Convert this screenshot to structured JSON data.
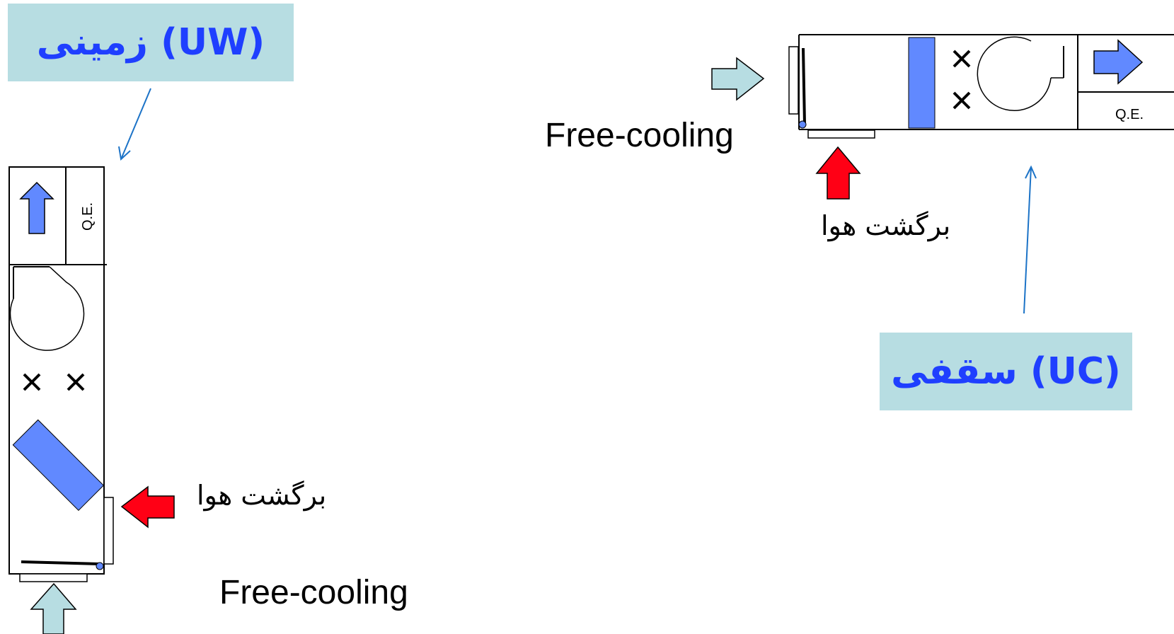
{
  "floor_unit": {
    "title": "زمینی (UW)",
    "qe_label": "Q.E.",
    "return_air_label": "برگشت هوا",
    "free_cooling_label": "Free-cooling"
  },
  "ceiling_unit": {
    "title": "سقفی (UC)",
    "qe_label": "Q.E.",
    "return_air_label": "برگشت هوا",
    "free_cooling_label": "Free-cooling"
  },
  "colors": {
    "title_bg": "#b7dde2",
    "title_text": "#1f3fff",
    "coil_blue": "#6189ff",
    "return_red": "#ff0015",
    "free_cooling_arrow": "#b7dde2",
    "leader_line": "#1c73c7"
  }
}
